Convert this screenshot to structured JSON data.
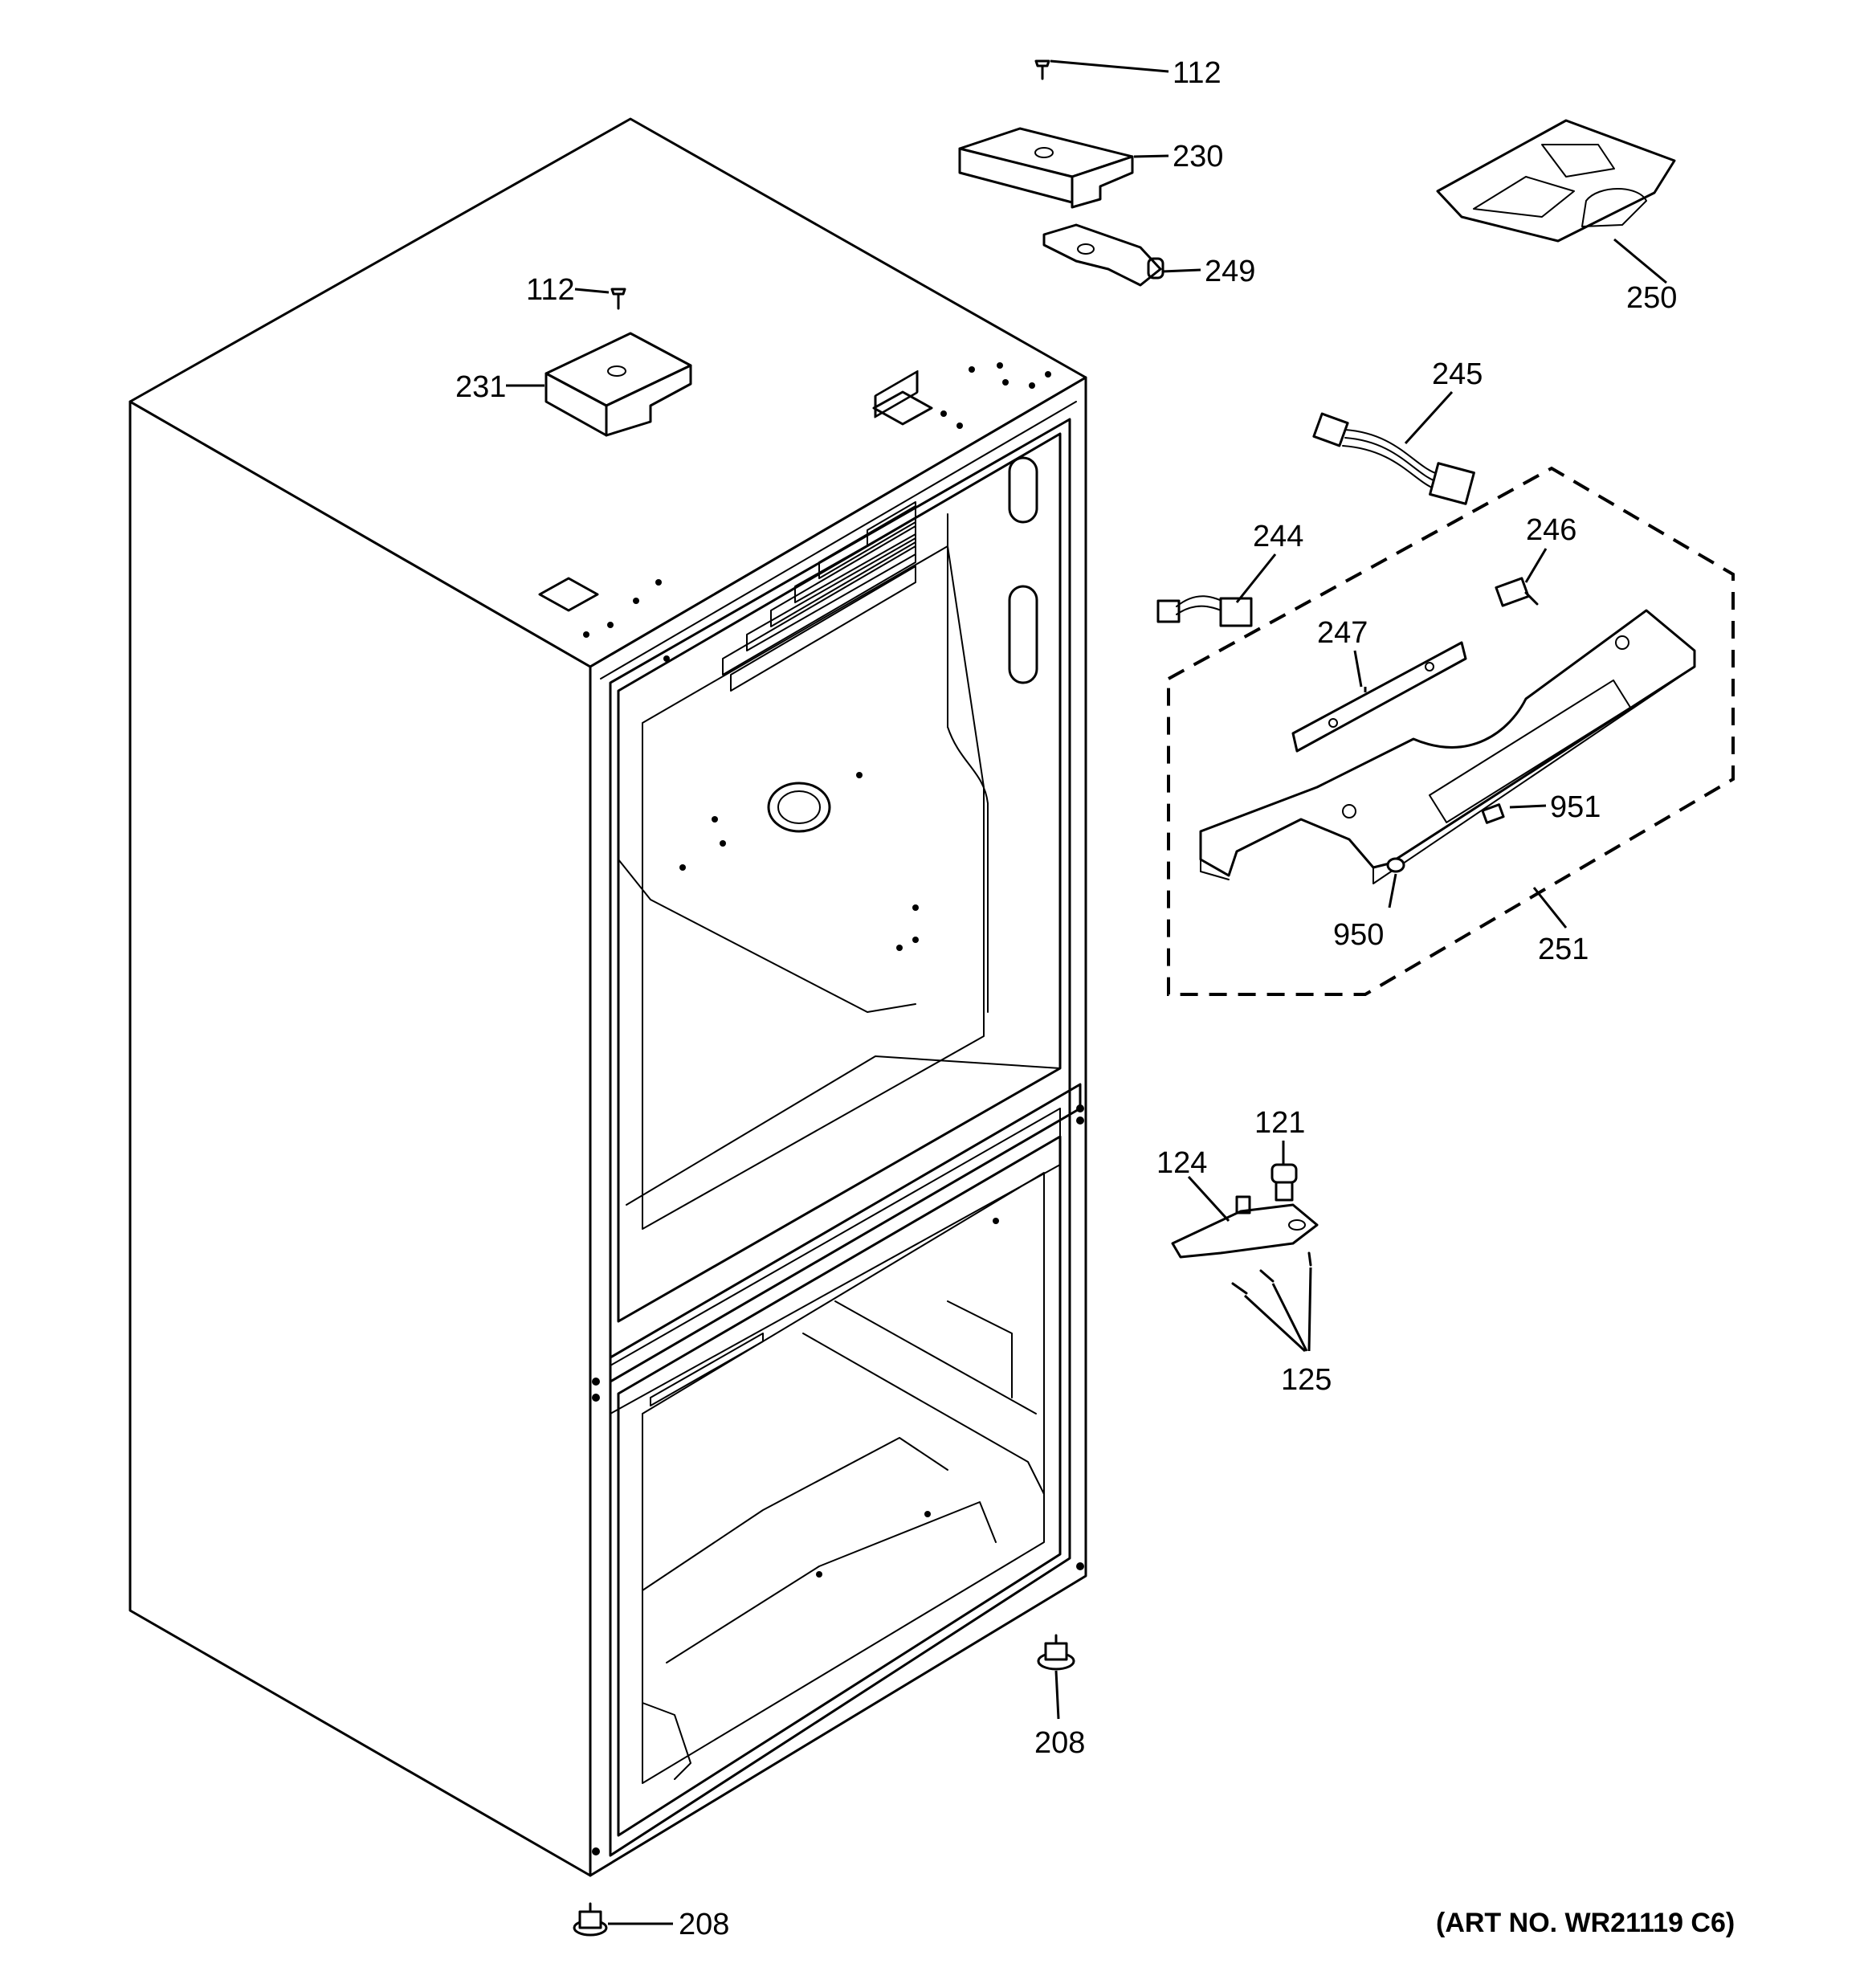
{
  "callouts": {
    "c112_top": "112",
    "c230": "230",
    "c249": "249",
    "c250": "250",
    "c112_left": "112",
    "c231": "231",
    "c245": "245",
    "c244": "244",
    "c246": "246",
    "c247": "247",
    "c951": "951",
    "c950": "950",
    "c251": "251",
    "c121": "121",
    "c124": "124",
    "c125": "125",
    "c208_right": "208",
    "c208_bottom": "208"
  },
  "art_number": "(ART NO. WR21119 C6)"
}
